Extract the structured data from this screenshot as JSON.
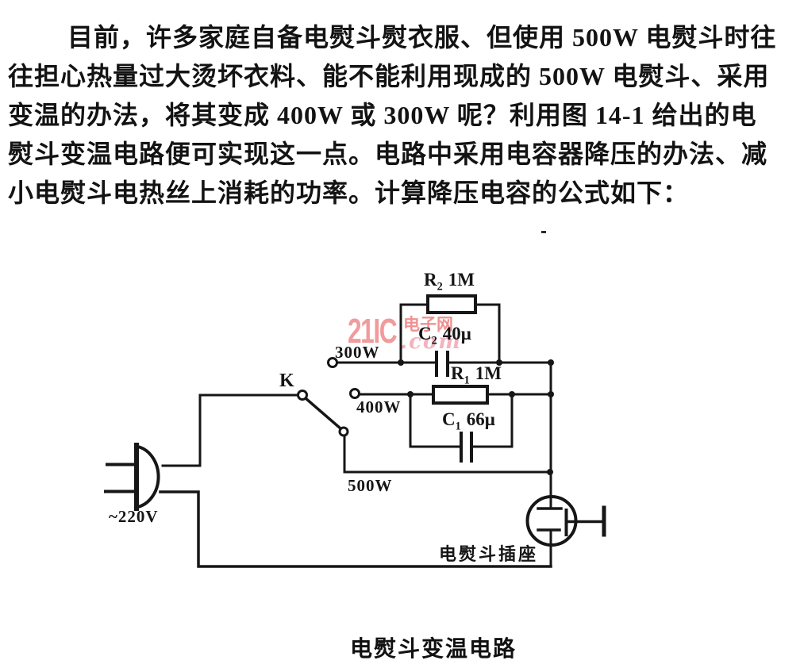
{
  "paragraph": {
    "lines": [
      "目前，许多家庭自备电熨斗熨衣服、但使用 500W 电熨斗时往",
      "往担心热量过大烫坏衣料、能不能利用现成的 500W 电熨斗、采用",
      "变温的办法，将其变成 400W 或 300W 呢？利用图 14-1 给出的电",
      "熨斗变温电路便可实现这一点。电路中采用电容器降压的办法、减",
      "小电熨斗电热丝上消耗的功率。计算降压电容的公式如下："
    ]
  },
  "watermark": {
    "brand": "21IC",
    "site": "电子网",
    "suffix": ".com",
    "brand_color": "#f09c9c",
    "site_color": "#f09191",
    "suffix_color": "#f2b3bf"
  },
  "circuit": {
    "components": {
      "r2": {
        "name": "R",
        "sub": "2",
        "value": "1M"
      },
      "c2": {
        "name": "C",
        "sub": "2",
        "value": "40μ"
      },
      "r1": {
        "name": "R",
        "sub": "1",
        "value": "1M"
      },
      "c1": {
        "name": "C",
        "sub": "1",
        "value": "66μ"
      }
    },
    "taps": {
      "t300": "300W",
      "t400": "400W",
      "t500": "500W"
    },
    "switch_label": "K",
    "supply_label": "~220V",
    "socket_label": "电熨斗插座"
  },
  "caption": "电熨斗变温电路",
  "line_color": "#161616"
}
